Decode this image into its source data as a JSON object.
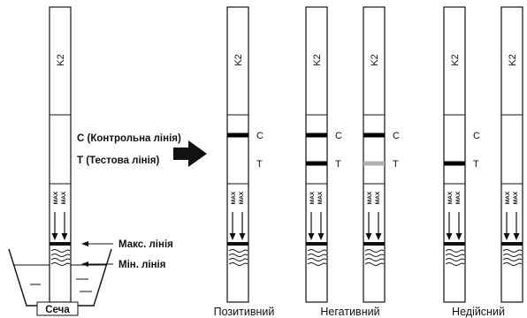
{
  "strip_code": "K2",
  "max_text": "MAX",
  "line_letters": {
    "control": "C",
    "test": "T"
  },
  "procedure": {
    "control_label": "С (Контрольна лінія)",
    "test_label": "Т (Тестова лінія)",
    "max_line_label": "Макс. лінія",
    "min_line_label": "Мін. лінія",
    "container_label": "Сеча"
  },
  "results": [
    {
      "caption": "Позитивний",
      "strips": [
        {
          "control": "black",
          "test": "none"
        }
      ]
    },
    {
      "caption": "Негативний",
      "strips": [
        {
          "control": "black",
          "test": "black"
        },
        {
          "control": "black",
          "test": "gray"
        }
      ]
    },
    {
      "caption": "Недійсний",
      "strips": [
        {
          "control": "none",
          "test": "black"
        },
        {
          "control": "none",
          "test": "none"
        }
      ]
    }
  ],
  "colors": {
    "line_black": "#000000",
    "line_gray": "#b0b0b0",
    "ink": "#111111"
  }
}
